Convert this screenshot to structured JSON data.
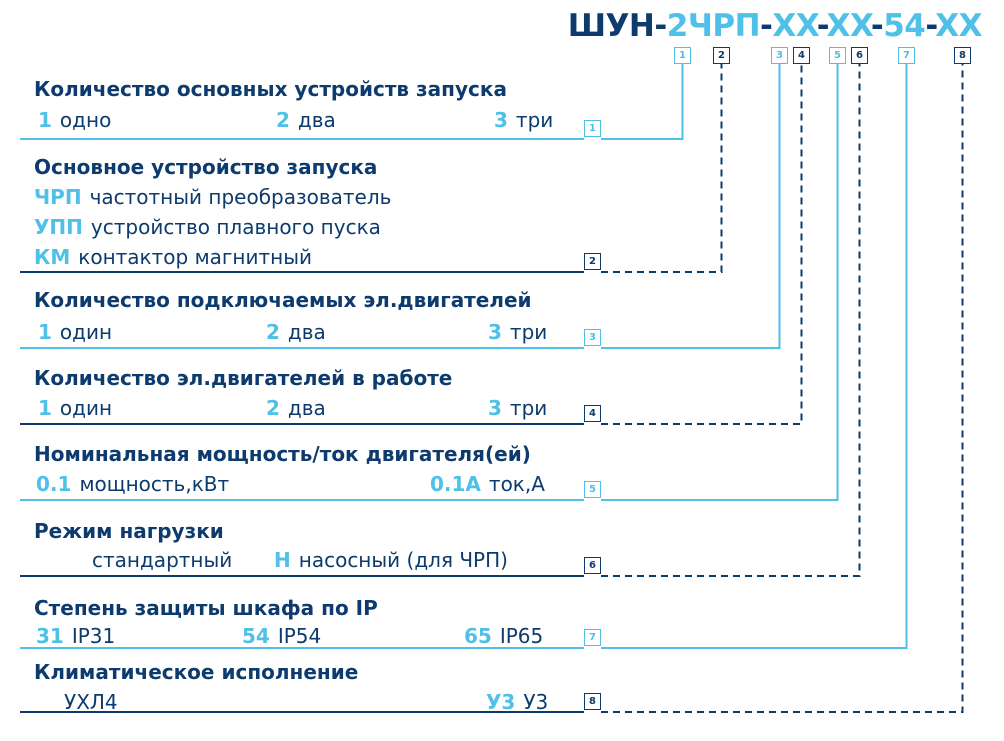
{
  "colors": {
    "dark": "#0d3b6e",
    "light": "#4fc0e8"
  },
  "title": [
    {
      "text": "ШУН-",
      "tone": "dark"
    },
    {
      "text": "2ЧРП",
      "tone": "light"
    },
    {
      "text": "-",
      "tone": "dark"
    },
    {
      "text": "XX",
      "tone": "light"
    },
    {
      "text": "-",
      "tone": "dark"
    },
    {
      "text": "XX",
      "tone": "light"
    },
    {
      "text": "-",
      "tone": "dark"
    },
    {
      "text": "54",
      "tone": "light"
    },
    {
      "text": "-",
      "tone": "dark"
    },
    {
      "text": "XX",
      "tone": "light"
    }
  ],
  "header_boxes": [
    {
      "label": "1",
      "tone": "light"
    },
    {
      "label": "2",
      "tone": "dark"
    },
    {
      "label": "3",
      "tone": "light"
    },
    {
      "label": "4",
      "tone": "dark"
    },
    {
      "label": "5",
      "tone": "light"
    },
    {
      "label": "6",
      "tone": "dark"
    },
    {
      "label": "7",
      "tone": "light"
    },
    {
      "label": "8",
      "tone": "dark"
    }
  ],
  "sections": [
    {
      "number": "1",
      "tone": "light",
      "heading": "Количество основных устройств запуска",
      "options": [
        {
          "code": "1",
          "text": "одно"
        },
        {
          "code": "2",
          "text": "два"
        },
        {
          "code": "3",
          "text": "три"
        }
      ]
    },
    {
      "number": "2",
      "tone": "dark",
      "heading": "Основное устройство запуска",
      "options": [
        {
          "code": "ЧРП",
          "text": "частотный преобразователь"
        },
        {
          "code": "УПП",
          "text": "устройство плавного пуска"
        },
        {
          "code": "КМ",
          "text": "контактор магнитный"
        }
      ]
    },
    {
      "number": "3",
      "tone": "light",
      "heading": "Количество подключаемых эл.двигателей",
      "options": [
        {
          "code": "1",
          "text": "один"
        },
        {
          "code": "2",
          "text": "два"
        },
        {
          "code": "3",
          "text": "три"
        }
      ]
    },
    {
      "number": "4",
      "tone": "dark",
      "heading": "Количество эл.двигателей в работе",
      "options": [
        {
          "code": "1",
          "text": "один"
        },
        {
          "code": "2",
          "text": "два"
        },
        {
          "code": "3",
          "text": "три"
        }
      ]
    },
    {
      "number": "5",
      "tone": "light",
      "heading": "Номинальная мощность/ток двигателя(ей)",
      "options": [
        {
          "code": "0.1",
          "text": "мощность,кВт"
        },
        {
          "code": "0.1А",
          "text": "ток,А"
        }
      ]
    },
    {
      "number": "6",
      "tone": "dark",
      "heading": "Режим нагрузки",
      "options": [
        {
          "code": "",
          "text": "стандартный"
        },
        {
          "code": "Н",
          "text": "насосный (для ЧРП)"
        }
      ]
    },
    {
      "number": "7",
      "tone": "light",
      "heading": "Степень защиты шкафа по IP",
      "options": [
        {
          "code": "31",
          "text": "IP31"
        },
        {
          "code": "54",
          "text": "IP54"
        },
        {
          "code": "65",
          "text": "IP65"
        }
      ]
    },
    {
      "number": "8",
      "tone": "dark",
      "heading": "Климатическое исполнение",
      "options": [
        {
          "code": "",
          "text": "УХЛ4"
        },
        {
          "code": "У3",
          "text": "У3"
        }
      ]
    }
  ]
}
